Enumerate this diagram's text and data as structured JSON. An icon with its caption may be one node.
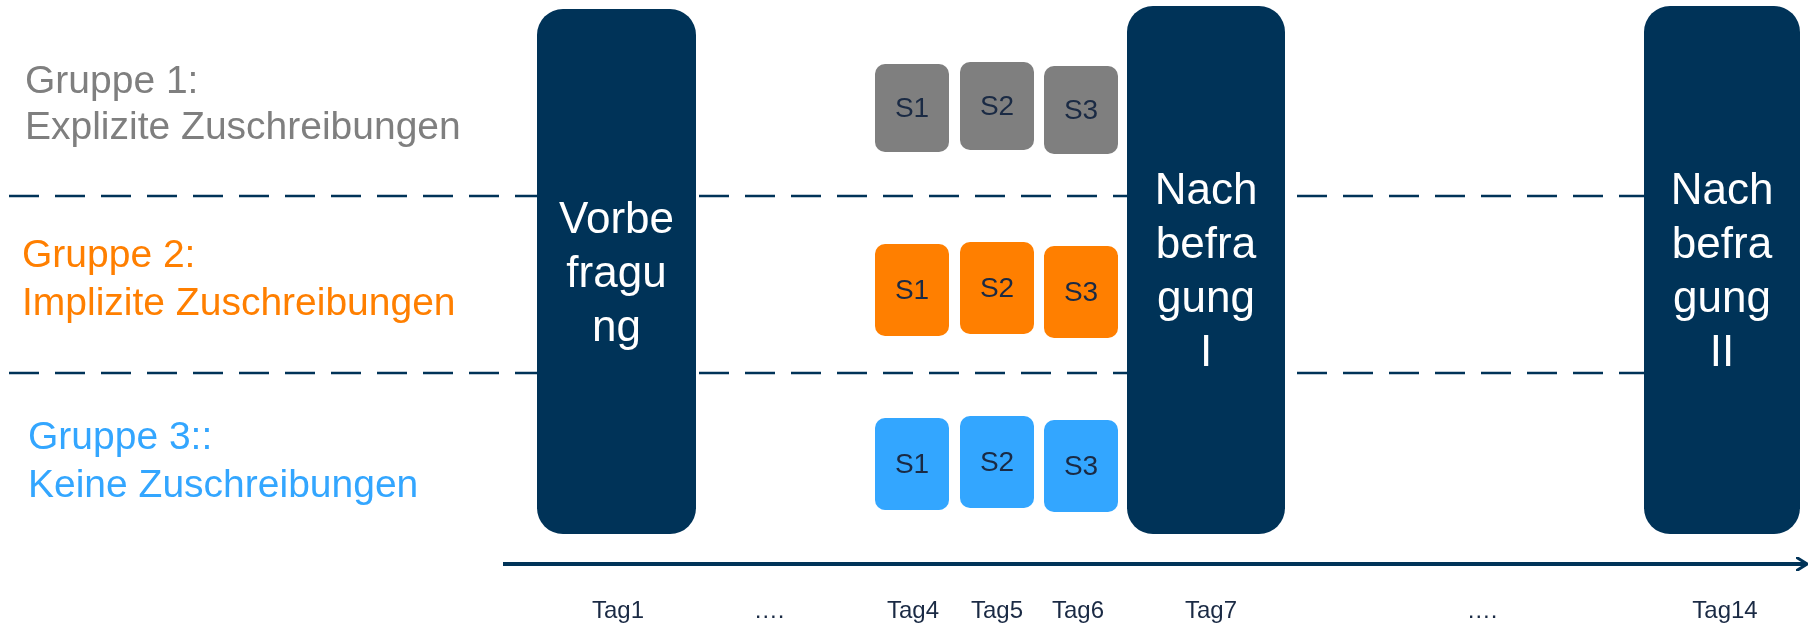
{
  "diagram": {
    "nodes": [
      {
        "text": [
          "Vorbe fragu ng"
        ]
      },
      {
        "text": [
          "Nach befra gung I"
        ]
      },
      {
        "text": [
          "Nach befra gung II"
        ]
      },
      {
        "text": [
          "S1"
        ]
      },
      {
        "text": [
          "S2"
        ]
      },
      {
        "text": [
          "S3"
        ]
      },
      {
        "text": [
          "S1"
        ]
      },
      {
        "text": [
          "S2"
        ]
      },
      {
        "text": [
          "S3"
        ]
      },
      {
        "text": [
          "S1"
        ]
      },
      {
        "text": [
          "S2"
        ]
      },
      {
        "text": [
          "S3"
        ]
      }
    ],
    "edges": [],
    "labels": [
      "Gruppe 1:",
      "Explizite Zuschreibungen",
      "Gruppe 2:",
      "Implizite Zuschreibungen",
      "Gruppe 3::",
      "Keine Zuschreibungen",
      "Tag1",
      "….",
      "Tag4",
      "Tag5",
      "Tag6",
      "Tag7",
      "….",
      "Tag14"
    ]
  }
}
